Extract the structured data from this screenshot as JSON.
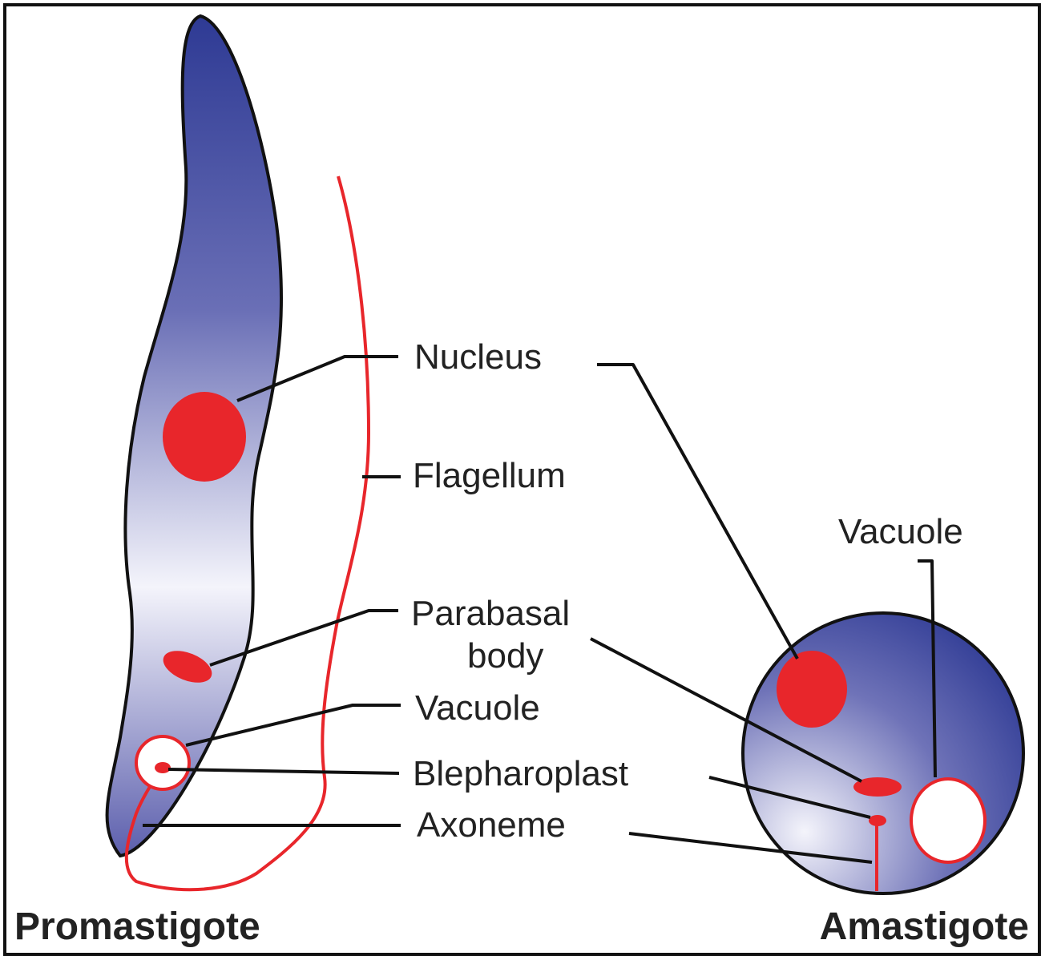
{
  "diagram": {
    "titles": {
      "promastigote": "Promastigote",
      "amastigote": "Amastigote"
    },
    "labels": {
      "nucleus": "Nucleus",
      "flagellum": "Flagellum",
      "parabasal_line1": "Parabasal",
      "parabasal_line2": "body",
      "vacuole_left": "Vacuole",
      "blepharoplast": "Blepharoplast",
      "axoneme": "Axoneme",
      "vacuole_right": "Vacuole"
    },
    "colors": {
      "cell_dark": "#2e3a94",
      "cell_light": "#f4f4fb",
      "organelle_red": "#e8262b",
      "outline": "#111111"
    }
  }
}
